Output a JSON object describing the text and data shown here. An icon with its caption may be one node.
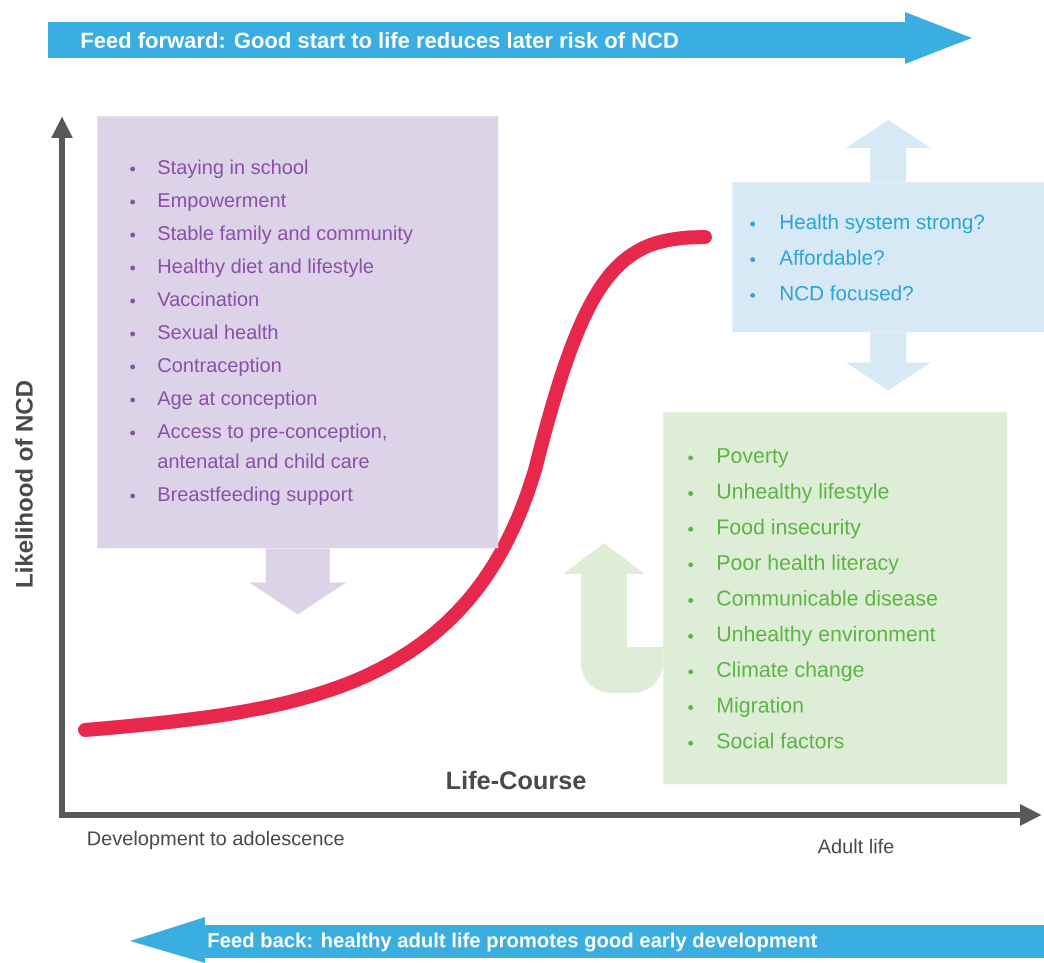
{
  "diagram": {
    "nodes": [
      {
        "text": [
          "Feed forward:  Good start to life reduces later risk of NCD"
        ]
      },
      {
        "text": [
          "Staying in school",
          "Empowerment",
          "Stable family and community",
          "Healthy diet and lifestyle",
          "Vaccination",
          "Sexual health",
          "Contraception",
          "Age at conception",
          "Access to pre-conception, antenatal and child care",
          "Breastfeeding support"
        ]
      },
      {
        "text": [
          "Health system strong?",
          "Affordable?",
          "NCD focused?"
        ]
      },
      {
        "text": [
          "Poverty",
          "Unhealthy lifestyle",
          "Food insecurity",
          "Poor health literacy",
          "Communicable disease",
          "Unhealthy environment",
          "Climate change",
          "Migration",
          "Social factors"
        ]
      },
      {
        "text": [
          "Feed back:  healthy adult life promotes good early development"
        ]
      }
    ],
    "edges": [
      {
        "from": 1,
        "to": null,
        "arrow": "to"
      },
      {
        "from": 2,
        "to": null,
        "arrow": "to"
      },
      {
        "from": 2,
        "to": null,
        "arrow": "to"
      },
      {
        "from": 3,
        "to": null,
        "arrow": "to"
      }
    ],
    "labels": [
      "Likelihood of NCD",
      "Life-Course",
      "Development to adolescence",
      "Adult life"
    ]
  }
}
